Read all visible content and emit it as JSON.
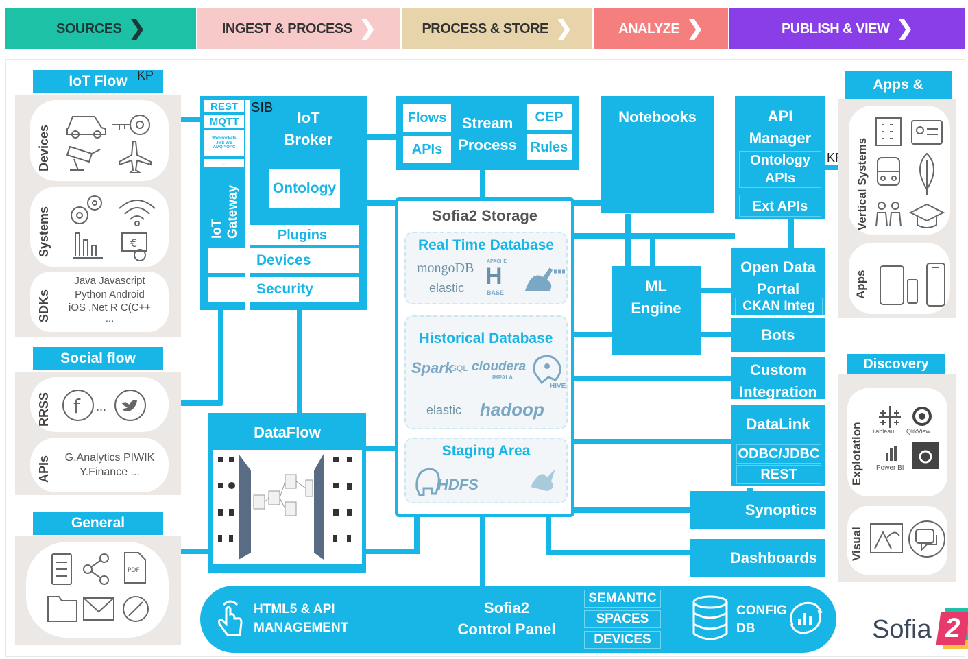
{
  "stages": [
    {
      "label": "SOURCES",
      "bg": "#1dc2a6",
      "fg": "#1a3a3a"
    },
    {
      "label": "INGEST & PROCESS",
      "bg": "#f8c9c9",
      "fg": "#333333"
    },
    {
      "label": "PROCESS & STORE",
      "bg": "#e8d4ab",
      "fg": "#333333"
    },
    {
      "label": "ANALYZE",
      "bg": "#f57f7f",
      "fg": "#ffffff"
    },
    {
      "label": "PUBLISH & VIEW",
      "bg": "#8a3ee8",
      "fg": "#ffffff"
    }
  ],
  "colors": {
    "accent": "#17b6e6",
    "panel": "#ebe8e6"
  },
  "sources": {
    "iot_flow": {
      "title": "IoT Flow",
      "kp": "KP"
    },
    "devices_label": "Devices",
    "systems_label": "Systems",
    "sdks_label": "SDKs",
    "sdks_text": [
      "Java Javascript",
      "Python Android",
      "iOS .Net R  C(C++",
      "..."
    ],
    "social_flow": {
      "title": "Social flow"
    },
    "rrss_label": "RRSS",
    "rrss_dots": "...",
    "apis_label": "APIs",
    "apis_text": [
      "G.Analytics PIWIK",
      "Y.Finance ..."
    ],
    "general": {
      "title": "General"
    }
  },
  "ingest": {
    "rest": "REST",
    "mqtt": "MQTT",
    "small_protocols": [
      "WebSockets",
      "JMS  WS",
      "AMQP  OPC",
      "..."
    ],
    "sib": "SIB",
    "gateway": "IoT Gateway",
    "broker": [
      "IoT",
      "Broker"
    ],
    "ontology": "Ontology",
    "plugins": "Plugins",
    "devices": "Devices",
    "security": "Security",
    "dataflow": "DataFlow"
  },
  "stream": {
    "flows": "Flows",
    "apis": "APIs",
    "title": [
      "Stream",
      "Process"
    ],
    "cep": "CEP",
    "rules": "Rules"
  },
  "storage": {
    "title": "Sofia2 Storage",
    "realtime": "Real Time Database",
    "realtime_logos": [
      "mongoDB",
      "elastic",
      "APACHE",
      "BASE"
    ],
    "historical": "Historical Database",
    "historical_logos": [
      "Spark",
      "SQL",
      "cloudera",
      "IMPALA",
      "HIVE",
      "elastic",
      "hadoop"
    ],
    "staging": "Staging Area",
    "staging_logos": [
      "HDFS"
    ]
  },
  "analyze": {
    "notebooks": "Notebooks",
    "ml": [
      "ML",
      "Engine"
    ]
  },
  "publish": {
    "api_manager": [
      "API",
      "Manager"
    ],
    "ontology_apis": [
      "Ontology",
      "APIs"
    ],
    "ext_apis": "Ext APIs",
    "kp": "KP",
    "open_data": [
      "Open Data",
      "Portal"
    ],
    "ckan": "CKAN Integ",
    "bots": "Bots",
    "custom": [
      "Custom",
      "Integration"
    ],
    "datalink": "DataLink",
    "odbc": "ODBC/JDBC",
    "rest": "REST",
    "synoptics": "Synoptics",
    "dashboards": "Dashboards"
  },
  "apps_panel": {
    "title": "Apps &",
    "vertical_label": "Vertical Systems",
    "apps_label": "Apps"
  },
  "discovery_panel": {
    "title": "Discovery",
    "exploitation_label": "Explotation",
    "visual_label": "Visual",
    "tool_labels": [
      "+ableau",
      "QlikView",
      "Power BI"
    ]
  },
  "control_panel": {
    "html5": [
      "HTML5 & API",
      "MANAGEMENT"
    ],
    "title": [
      "Sofia2",
      "Control Panel"
    ],
    "semantic": "SEMANTIC",
    "spaces": "SPACES",
    "devices": "DEVICES",
    "config": [
      "CONFIG",
      "DB"
    ]
  },
  "brand": {
    "name": "Sofia",
    "mark": "2"
  }
}
